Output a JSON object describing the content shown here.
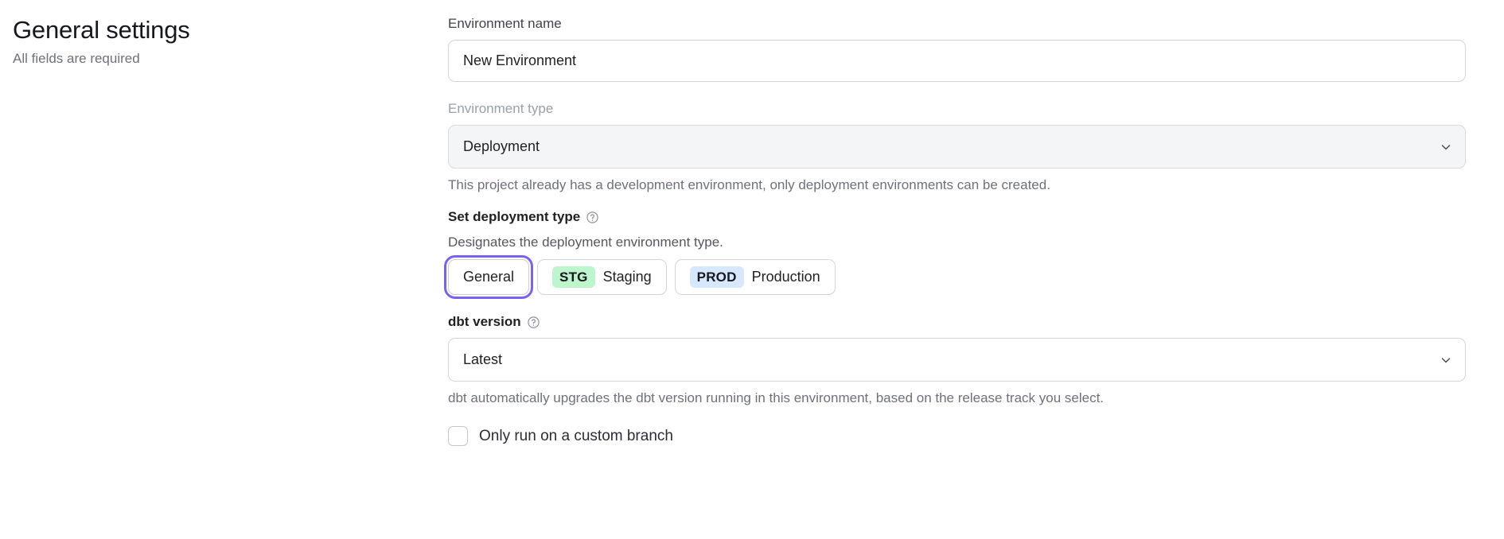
{
  "header": {
    "title": "General settings",
    "subtitle": "All fields are required"
  },
  "form": {
    "environment_name": {
      "label": "Environment name",
      "value": "New Environment",
      "placeholder": ""
    },
    "environment_type": {
      "label": "Environment type",
      "value": "Deployment",
      "disabled": true,
      "hint": "This project already has a development environment, only deployment environments can be created."
    },
    "deployment_type": {
      "label": "Set deployment type",
      "help_icon": "question-circle-icon",
      "description": "Designates the deployment environment type.",
      "options": [
        {
          "id": "general",
          "label": "General",
          "badge": "",
          "badge_kind": "",
          "selected": true
        },
        {
          "id": "staging",
          "label": "Staging",
          "badge": "STG",
          "badge_kind": "stg",
          "selected": false
        },
        {
          "id": "production",
          "label": "Production",
          "badge": "PROD",
          "badge_kind": "prod",
          "selected": false
        }
      ]
    },
    "dbt_version": {
      "label": "dbt version",
      "help_icon": "question-circle-icon",
      "value": "Latest",
      "hint": "dbt automatically upgrades the dbt version running in this environment, based on the release track you select."
    },
    "custom_branch": {
      "label": "Only run on a custom branch",
      "checked": false
    }
  },
  "colors": {
    "focus_ring": "#7b61f0",
    "badge_staging_bg": "#bdf5cd",
    "badge_production_bg": "#d7e7fd",
    "border": "#d2d5da",
    "disabled_bg": "#f4f5f6",
    "muted_text": "#6d7178"
  },
  "icons": {
    "chevron_down": "chevron-down-icon"
  }
}
